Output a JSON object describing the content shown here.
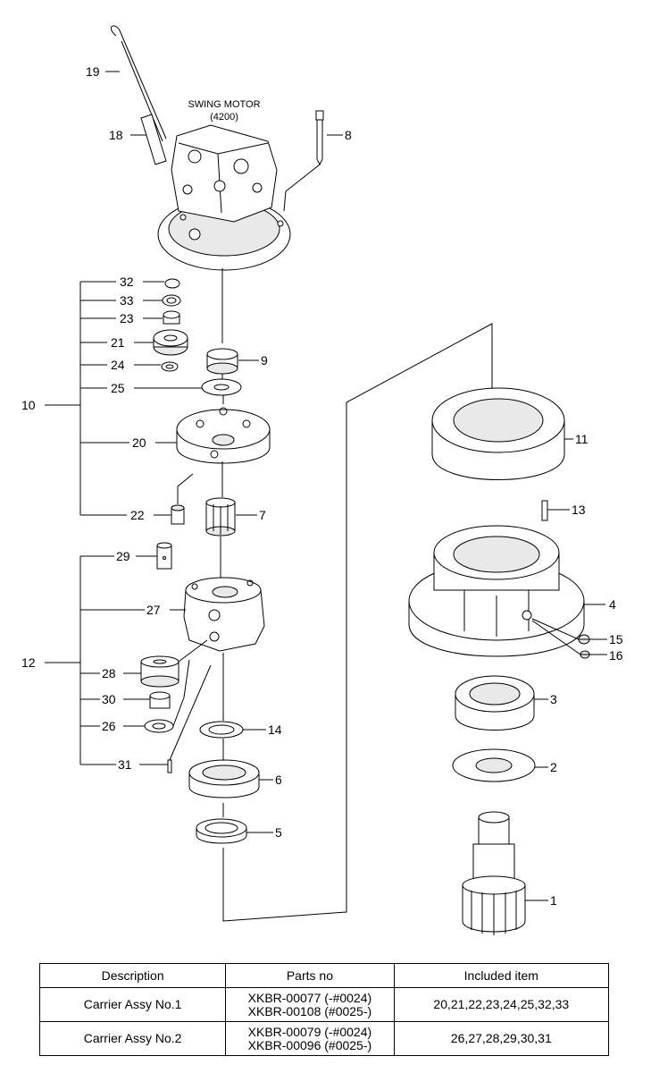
{
  "diagram": {
    "title_line1": "SWING MOTOR",
    "title_line2": "(4200)",
    "labels": {
      "p1": "1",
      "p2": "2",
      "p3": "3",
      "p4": "4",
      "p5": "5",
      "p6": "6",
      "p7": "7",
      "p8": "8",
      "p9": "9",
      "p10": "10",
      "p11": "11",
      "p12": "12",
      "p13": "13",
      "p14": "14",
      "p15": "15",
      "p16": "16",
      "p18": "18",
      "p19": "19",
      "p20": "20",
      "p21": "21",
      "p22": "22",
      "p23": "23",
      "p24": "24",
      "p25": "25",
      "p26": "26",
      "p27": "27",
      "p28": "28",
      "p29": "29",
      "p30": "30",
      "p31": "31",
      "p32": "32",
      "p33": "33"
    }
  },
  "table": {
    "headers": {
      "description": "Description",
      "parts_no": "Parts no",
      "included": "Included item"
    },
    "rows": [
      {
        "description": "Carrier Assy No.1",
        "parts_no_1": "XKBR-00077 (-#0024)",
        "parts_no_2": "XKBR-00108 (#0025-)",
        "included": "20,21,22,23,24,25,32,33"
      },
      {
        "description": "Carrier Assy No.2",
        "parts_no_1": "XKBR-00079 (-#0024)",
        "parts_no_2": "XKBR-00096 (#0025-)",
        "included": "26,27,28,29,30,31"
      }
    ]
  }
}
